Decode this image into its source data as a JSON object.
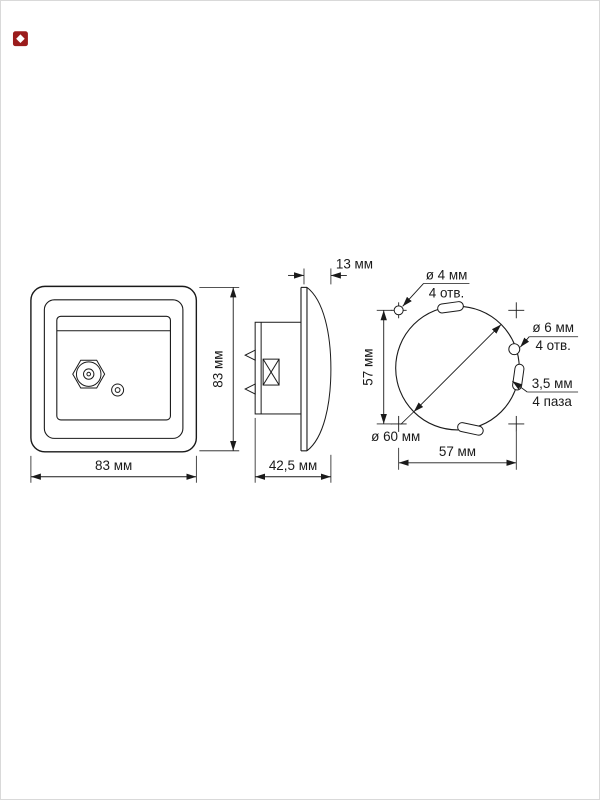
{
  "colors": {
    "line": "#1a1a1a",
    "brand": "#9b1c1c"
  },
  "front_view": {
    "width": "83 мм",
    "height": "83 мм"
  },
  "side_view": {
    "protrusion": "13 мм",
    "depth": "42,5 мм"
  },
  "back_view": {
    "hole_small": {
      "label": "ø 4 мм",
      "count": "4 отв."
    },
    "hole_large": {
      "label": "ø 6 мм",
      "count": "4 отв."
    },
    "slot": {
      "label": "3,5 мм",
      "count": "4 паза"
    },
    "diameter": "ø 60 мм",
    "pitch_vertical": "57 мм",
    "pitch_horizontal": "57 мм"
  }
}
